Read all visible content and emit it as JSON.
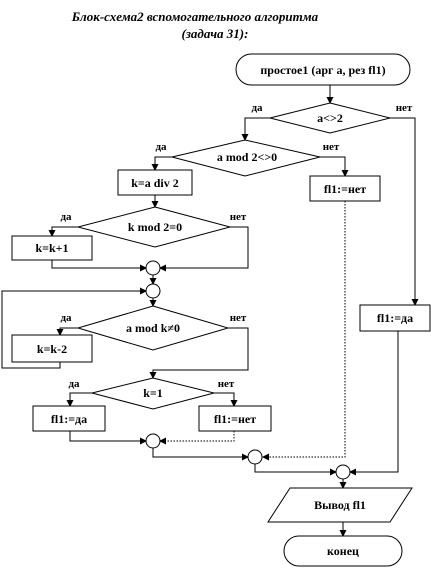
{
  "title": {
    "line1": "Блок-схема2 вспомогательного  алгоритма",
    "line2": "(задача 31):"
  },
  "nodes": {
    "start": "простое1 (арг a, рез fl1)",
    "cond_a_ne_2": "a<>2",
    "cond_amod2": "a mod 2<>0",
    "assign_fl1_no_top": "fl1:=нет",
    "assign_k_div": "k=a div 2",
    "cond_kmod2": "k mod 2=0",
    "assign_k_inc": "k=k+1",
    "cond_amodk": "a mod k≠0",
    "assign_k_dec": "k=k-2",
    "assign_fl1_yes_right": "fl1:=да",
    "cond_k1": "k=1",
    "assign_fl1_yes": "fl1:=да",
    "assign_fl1_no": "fl1:=нет",
    "output": "Вывод fl1",
    "end": "конец"
  },
  "branch_labels": {
    "yes": "да",
    "no": "нет"
  }
}
